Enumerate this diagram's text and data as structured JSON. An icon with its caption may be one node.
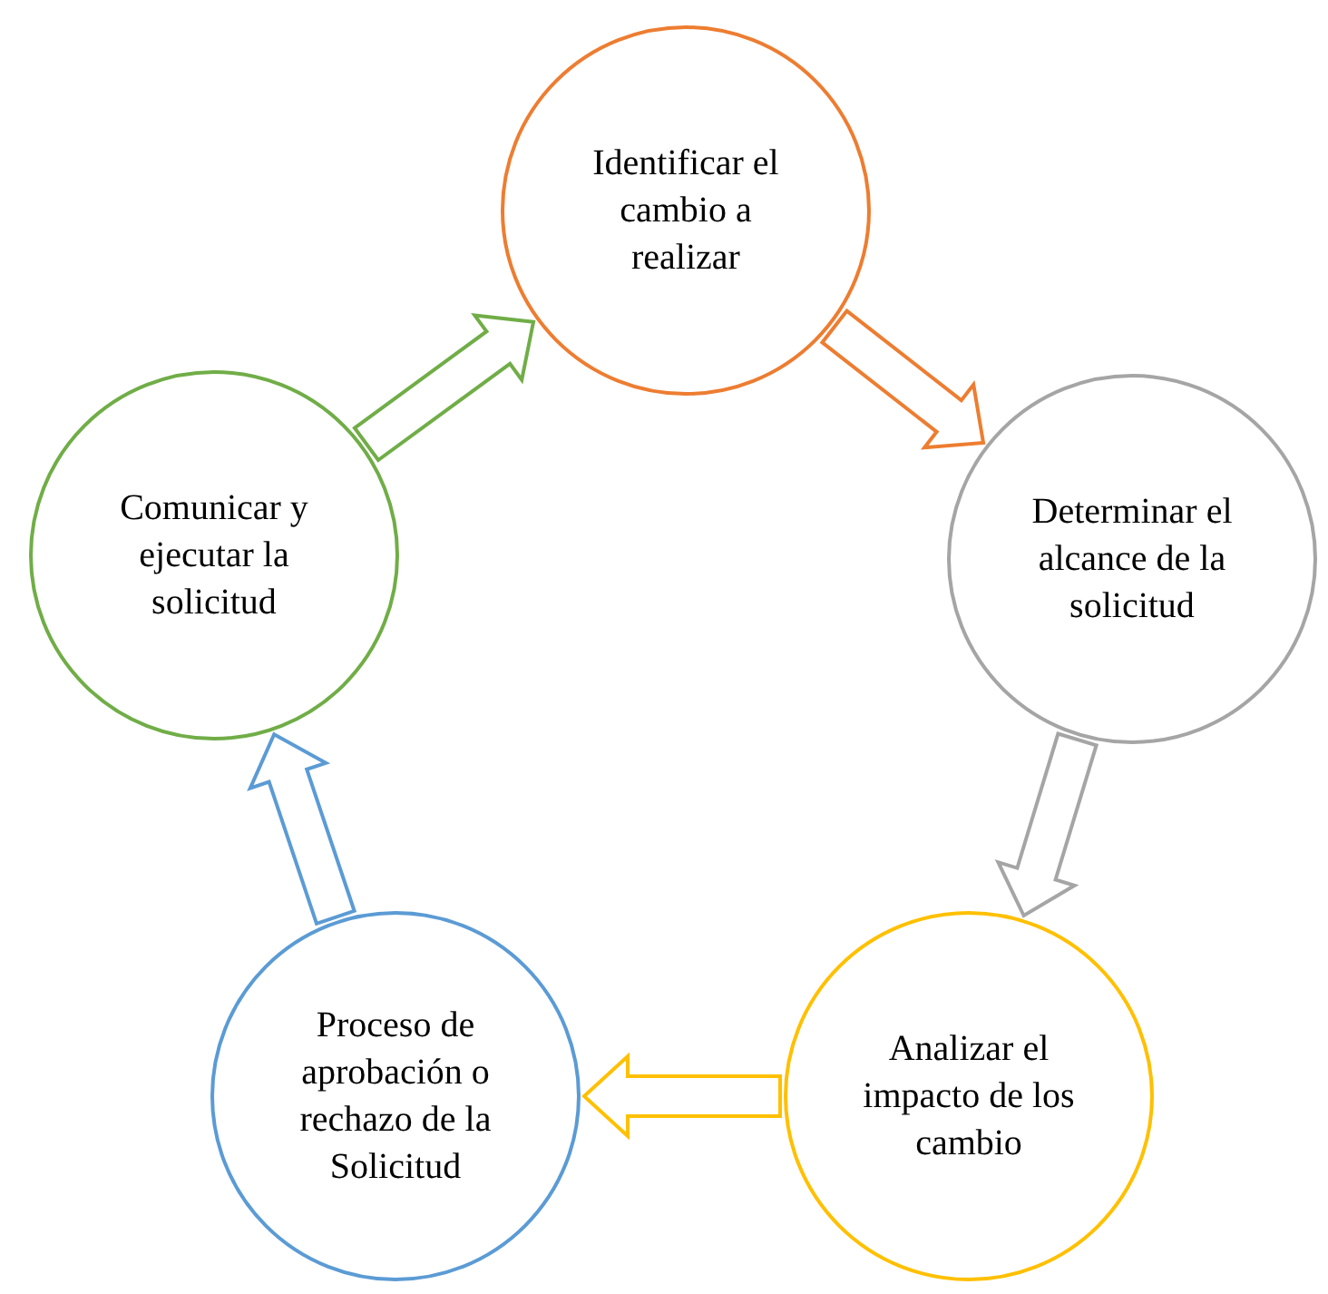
{
  "diagram": {
    "nodes": [
      {
        "text": [
          "Identificar el cambio a realizar"
        ]
      },
      {
        "text": [
          "Determinar el alcance de la solicitud"
        ]
      },
      {
        "text": [
          "Analizar el impacto de los cambio"
        ]
      },
      {
        "text": [
          "Proceso de aprobación o rechazo de la Solicitud"
        ]
      },
      {
        "text": [
          "Comunicar y ejecutar la solicitud"
        ]
      }
    ],
    "edges": [
      {
        "from": 0,
        "to": 1,
        "arrow": "to",
        "color": "#ed7d31"
      },
      {
        "from": 1,
        "to": 2,
        "arrow": "to",
        "color": "#a5a5a5"
      },
      {
        "from": 2,
        "to": 3,
        "arrow": "to",
        "color": "#ffc000"
      },
      {
        "from": 3,
        "to": 4,
        "arrow": "to",
        "color": "#5b9bd5"
      },
      {
        "from": 4,
        "to": 0,
        "arrow": "to",
        "color": "#70ad47"
      }
    ]
  }
}
